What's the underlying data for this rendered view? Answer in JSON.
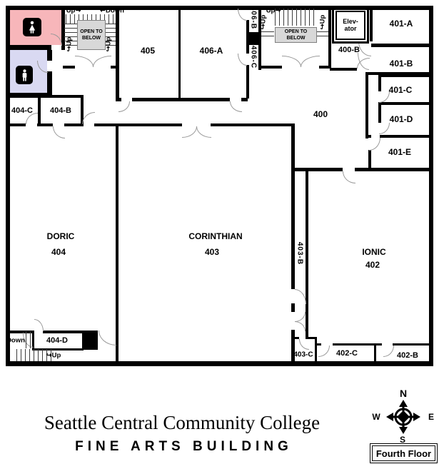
{
  "rooms": {
    "r400": "400",
    "r400b": "400-B",
    "r401a": "401-A",
    "r401b": "401-B",
    "r401c": "401-C",
    "r401d": "401-D",
    "r401e": "401-E",
    "ionic": "IONIC",
    "r402": "402",
    "r402b": "402-B",
    "r402c": "402-C",
    "corinthian": "CORINTHIAN",
    "r403": "403",
    "r403b": "403-B",
    "r403c": "403-C",
    "doric": "DORIC",
    "r404": "404",
    "r404b": "404-B",
    "r404c": "404-C",
    "r404d": "404-D",
    "r405": "405",
    "r406a": "406-A",
    "r406b": "406-B",
    "r406c": "406-C",
    "elevator": "Elev-ator"
  },
  "stairs": {
    "up": "Up",
    "down": "Down",
    "up_cw": "Up↪",
    "down_ccw": "↩Down",
    "up_ccw": "↪Up",
    "open_to_below": "OPEN TO BELOW"
  },
  "icons": {
    "womens_restroom": "woman-icon",
    "mens_restroom": "man-icon"
  },
  "compass": {
    "north": "N",
    "west": "W",
    "east": "E",
    "south": "S"
  },
  "footer": {
    "college": "Seattle Central Community College",
    "building": "FINE ARTS BUILDING",
    "floor": "Fourth Floor"
  },
  "colors": {
    "womens_room_fill": "#f7b6ba",
    "mens_room_fill": "#d9d9f2",
    "open_to_below_fill": "#d8d8d8",
    "wall": "#000000",
    "door_arc": "#9a9a9a"
  }
}
